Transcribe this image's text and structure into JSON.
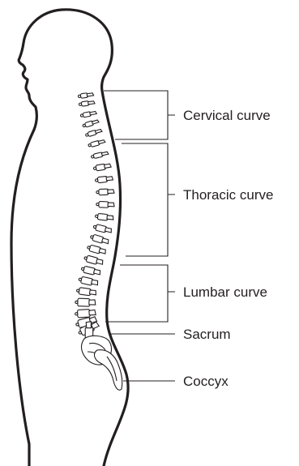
{
  "labels": {
    "cervical": "Cervical curve",
    "thoracic": "Thoracic curve",
    "lumbar": "Lumbar curve",
    "sacrum": "Sacrum",
    "coccyx": "Coccyx"
  },
  "colors": {
    "line": "#231f20",
    "background": "#ffffff"
  }
}
